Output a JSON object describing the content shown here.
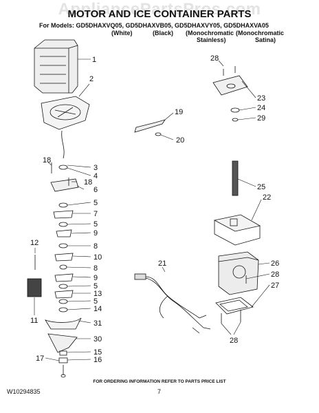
{
  "watermark": "AppliancePartsPros.com",
  "title": "MOTOR AND ICE CONTAINER PARTS",
  "models_line": "For Models: GD5DHAXVQ05, GD5DHAXVB05, GD5DHAXVY05, GD5DHAXVA05",
  "variants": [
    {
      "line1": "(White)",
      "line2": ""
    },
    {
      "line1": "(Black)",
      "line2": ""
    },
    {
      "line1": "(Monochromatic",
      "line2": "Stainless)"
    },
    {
      "line1": "(Monochromatic",
      "line2": "Satina)"
    }
  ],
  "callouts": [
    "1",
    "2",
    "3",
    "4",
    "18",
    "18",
    "6",
    "5",
    "7",
    "5",
    "9",
    "8",
    "10",
    "8",
    "9",
    "5",
    "13",
    "5",
    "14",
    "31",
    "30",
    "15",
    "16",
    "12",
    "11",
    "17",
    "19",
    "20",
    "28",
    "23",
    "24",
    "29",
    "25",
    "22",
    "21",
    "26",
    "28",
    "27",
    "28"
  ],
  "footer": "FOR ORDERING INFORMATION REFER TO PARTS PRICE LIST",
  "doc_number": "W10294835",
  "page_number": "7"
}
